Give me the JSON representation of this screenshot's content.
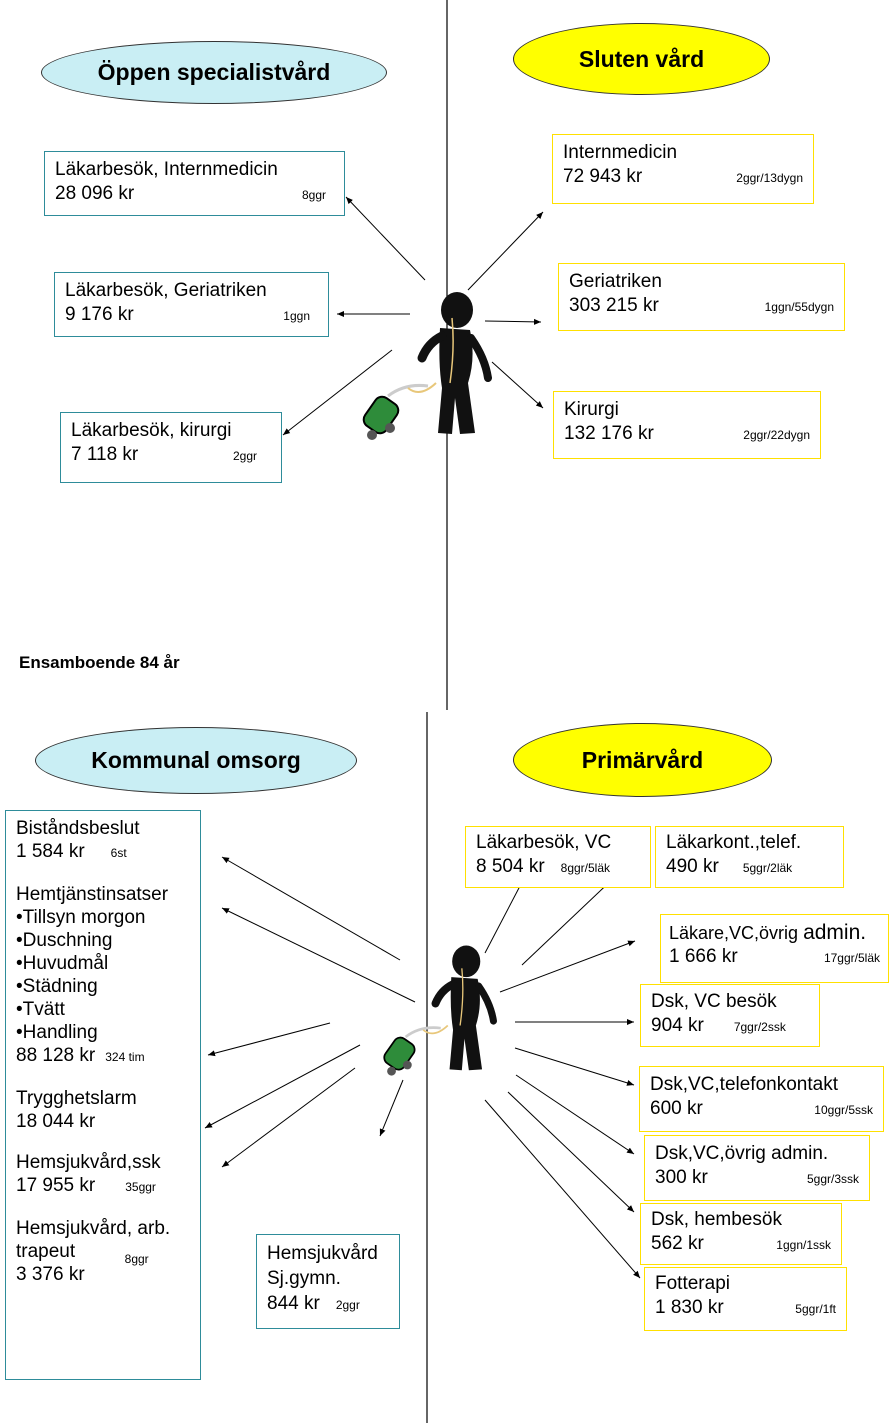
{
  "top": {
    "left_title": "Öppen specialistvård",
    "right_title": "Sluten vård",
    "left_boxes": [
      {
        "line1": "Läkarbesök, Internmedicin",
        "amount": "28 096 kr",
        "note": "8ggr"
      },
      {
        "line1": "Läkarbesök, Geriatriken",
        "amount": "9 176 kr",
        "note": "1ggn"
      },
      {
        "line1": "Läkarbesök, kirurgi",
        "amount": "7 118 kr",
        "note": "2ggr"
      }
    ],
    "right_boxes": [
      {
        "line1": "Internmedicin",
        "amount": "72 943 kr",
        "note": "2ggr/13dygn"
      },
      {
        "line1": "Geriatriken",
        "amount": "303 215 kr",
        "note": "1ggn/55dygn"
      },
      {
        "line1": "Kirurgi",
        "amount": "132 176 kr",
        "note": "2ggr/22dygn"
      }
    ]
  },
  "caption": "Ensamboende 84 år",
  "bottom": {
    "left_title": "Kommunal omsorg",
    "right_title": "Primärvård",
    "municipal": {
      "bistand_label": "Biståndsbeslut",
      "bistand_amount": "1 584 kr",
      "bistand_note": "6st",
      "hemtjanst_label": "Hemtjänstinsatser",
      "hemtjanst_items": [
        "•Tillsyn morgon",
        "•Duschning",
        "•Huvudmål",
        "•Städning",
        "•Tvätt",
        "•Handling"
      ],
      "hemtjanst_amount": "88 128 kr",
      "hemtjanst_note": "324 tim",
      "larm_label": "Trygghetslarm",
      "larm_amount": "18 044 kr",
      "ssk_label": "Hemsjukvård,ssk",
      "ssk_amount": "17 955 kr",
      "ssk_note": "35ggr",
      "arb_label1": "Hemsjukvård, arb.",
      "arb_label2": "trapeut",
      "arb_amount": "3 376 kr",
      "arb_note": "8ggr"
    },
    "gym": {
      "line1": "Hemsjukvård",
      "line2": "Sj.gymn.",
      "amount": "844 kr",
      "note": "2ggr"
    },
    "primary_boxes": [
      {
        "line1": "Läkarbesök, VC",
        "amount": "8 504 kr",
        "note": "8ggr/5läk"
      },
      {
        "line1": "Läkarkont.,telef.",
        "amount": "490 kr",
        "note": "5ggr/2läk"
      },
      {
        "line1": "Läkare,VC,övrig ",
        "line1b": "admin.",
        "amount": "1 666 kr",
        "note": "17ggr/5läk"
      },
      {
        "line1": "Dsk, VC besök",
        "amount": "904 kr",
        "note": "7ggr/2ssk"
      },
      {
        "line1": "Dsk,VC,telefonkontakt",
        "amount": "600 kr",
        "note": "10ggr/5ssk"
      },
      {
        "line1": "Dsk,VC,övrig admin.",
        "amount": "300 kr",
        "note": "5ggr/3ssk"
      },
      {
        "line1": "Dsk, hembesök",
        "amount": "562 kr",
        "note": "1ggn/1ssk"
      },
      {
        "line1": "Fotterapi",
        "amount": "1 830 kr",
        "note": "5ggr/1ft"
      }
    ]
  },
  "colors": {
    "teal_fill": "#c9eef4",
    "yellow_fill": "#ffff00",
    "teal_border": "#2e8c9a",
    "yellow_border": "#ffe000"
  }
}
